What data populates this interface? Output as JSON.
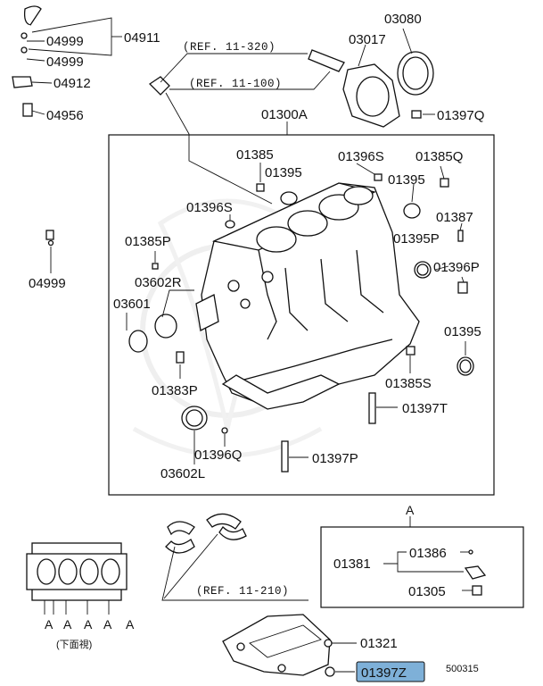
{
  "colors": {
    "highlight_bg": "#7eb0d8",
    "ink": "#111111",
    "watermark": "#e6e6e6"
  },
  "labels": {
    "p04911": "04911",
    "p04999a": "04999",
    "p04999b": "04999",
    "p04912": "04912",
    "p04956": "04956",
    "p04999c": "04999",
    "ref1": "(REF. 11-320)",
    "ref2": "(REF. 11-100)",
    "ref3": "(REF. 11-210)",
    "p03080": "03080",
    "p03017": "03017",
    "p01397Q": "01397Q",
    "p01300A": "01300A",
    "p01385": "01385",
    "p01395a": "01395",
    "p01396S_top": "01396S",
    "p01385Q": "01385Q",
    "p01395b": "01395",
    "p01396S_left": "01396S",
    "p01387": "01387",
    "p01385P": "01385P",
    "p01395P": "01395P",
    "p03602R": "03602R",
    "p01396P": "01396P",
    "p03601": "03601",
    "p01395c": "01395",
    "p01383P": "01383P",
    "p01385S": "01385S",
    "p01397T": "01397T",
    "p01396Q": "01396Q",
    "p01397P": "01397P",
    "p03602L": "03602L",
    "detailA": "A",
    "p01381": "01381",
    "p01386": "01386",
    "p01305": "01305",
    "p01321": "01321",
    "p01397Z": "01397Z",
    "a1": "A",
    "a2": "A",
    "a3": "A",
    "a4": "A",
    "a5": "A",
    "bottom_view": "(下面視)",
    "diagram_code": "500315"
  }
}
